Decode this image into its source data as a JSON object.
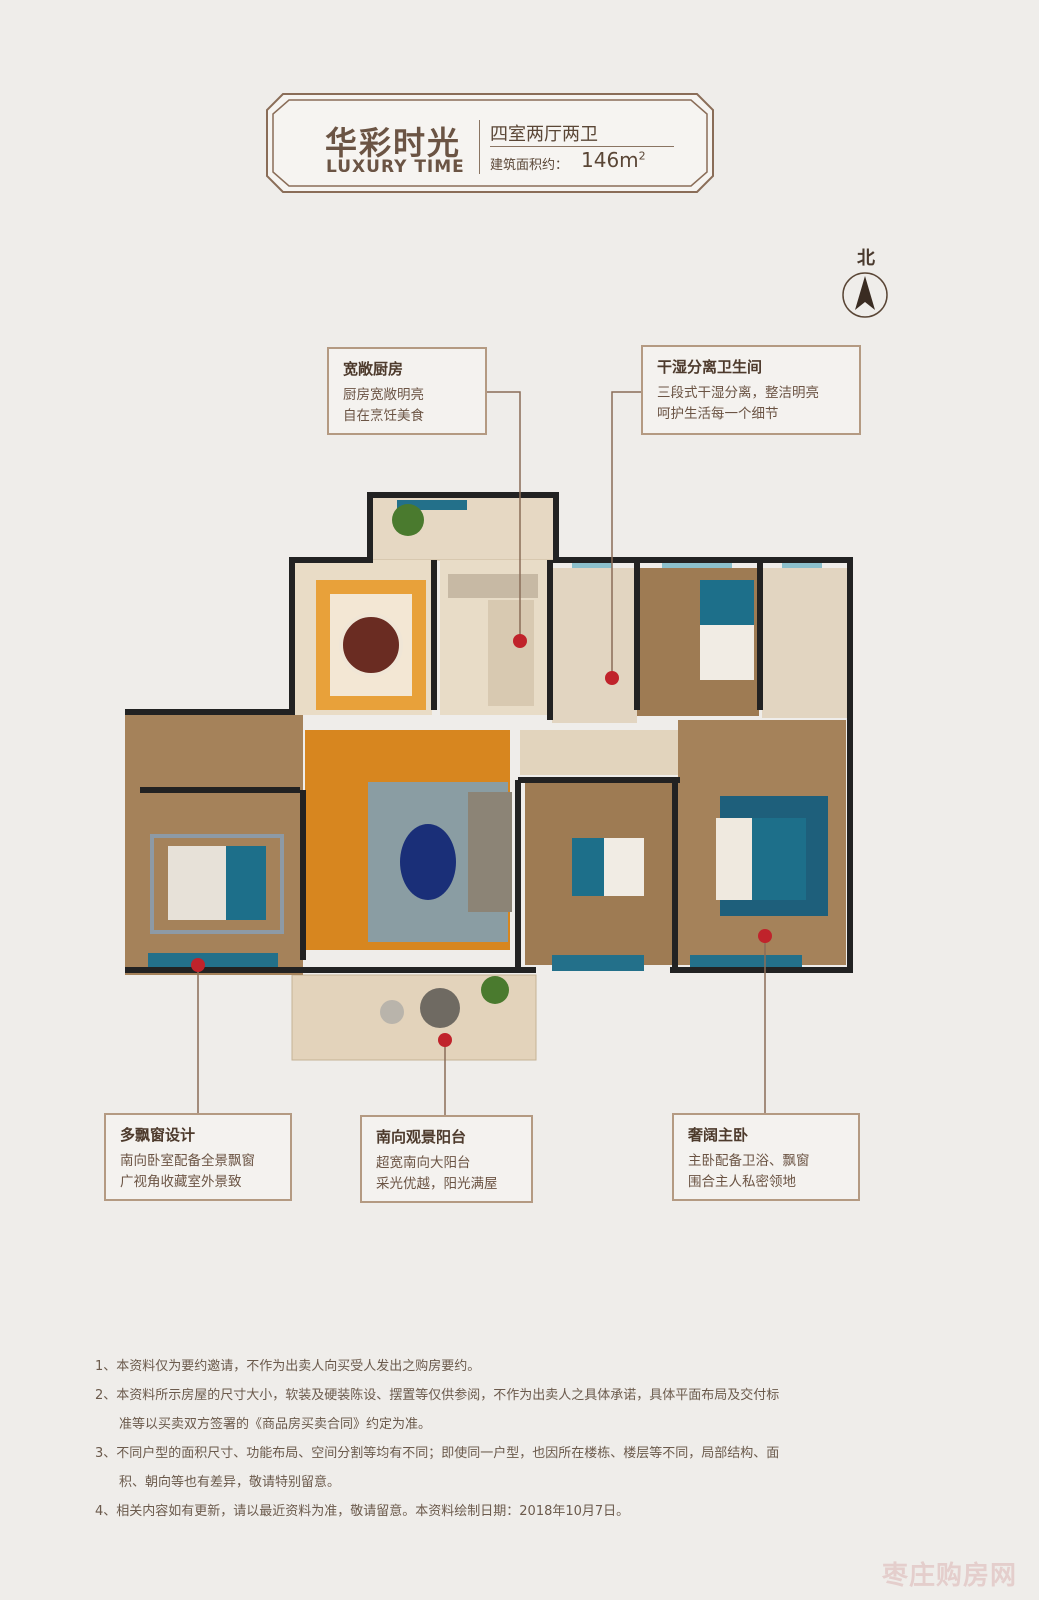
{
  "header": {
    "title_cn": "华彩时光",
    "title_en": "LUXURY TIME",
    "subtitle": "四室两厅两卫",
    "area_label": "建筑面积约：",
    "area_value": "146m",
    "area_unit_sup": "2"
  },
  "compass": {
    "label": "北"
  },
  "callouts": {
    "kitchen": {
      "title": "宽敞厨房",
      "lines": [
        "厨房宽敞明亮",
        "自在烹饪美食"
      ]
    },
    "bath": {
      "title": "干湿分离卫生间",
      "lines": [
        "三段式干湿分离，整洁明亮",
        "呵护生活每一个细节"
      ]
    },
    "baywindow": {
      "title": "多飘窗设计",
      "lines": [
        "南向卧室配备全景飘窗",
        "广视角收藏室外景致"
      ]
    },
    "balcony": {
      "title": "南向观景阳台",
      "lines": [
        "超宽南向大阳台",
        "采光优越，阳光满屋"
      ]
    },
    "master": {
      "title": "奢阔主卧",
      "lines": [
        "主卧配备卫浴、飘窗",
        "围合主人私密领地"
      ]
    }
  },
  "notes": [
    "1、本资料仅为要约邀请，不作为出卖人向买受人发出之购房要约。",
    "2、本资料所示房屋的尺寸大小，软装及硬装陈设、摆置等仅供参阅，不作为出卖人之具体承诺，具体平面布局及交付标",
    "准等以买卖双方签署的《商品房买卖合同》约定为准。",
    "3、不同户型的面积尺寸、功能布局、空间分割等均有不同；即使同一户型，也因所在楼栋、楼层等不同，局部结构、面",
    "积、朝向等也有差异，敬请特别留意。",
    "4、相关内容如有更新，请以最近资料为准，敬请留意。本资料绘制日期：2018年10月7日。"
  ],
  "watermark": "枣庄购房网",
  "colors": {
    "accent": "#b49a82",
    "marker": "#c0232b",
    "wall": "#1e1e1e",
    "wood": "#9c7a52",
    "teal": "#1f6f86",
    "orange": "#d9821e"
  }
}
